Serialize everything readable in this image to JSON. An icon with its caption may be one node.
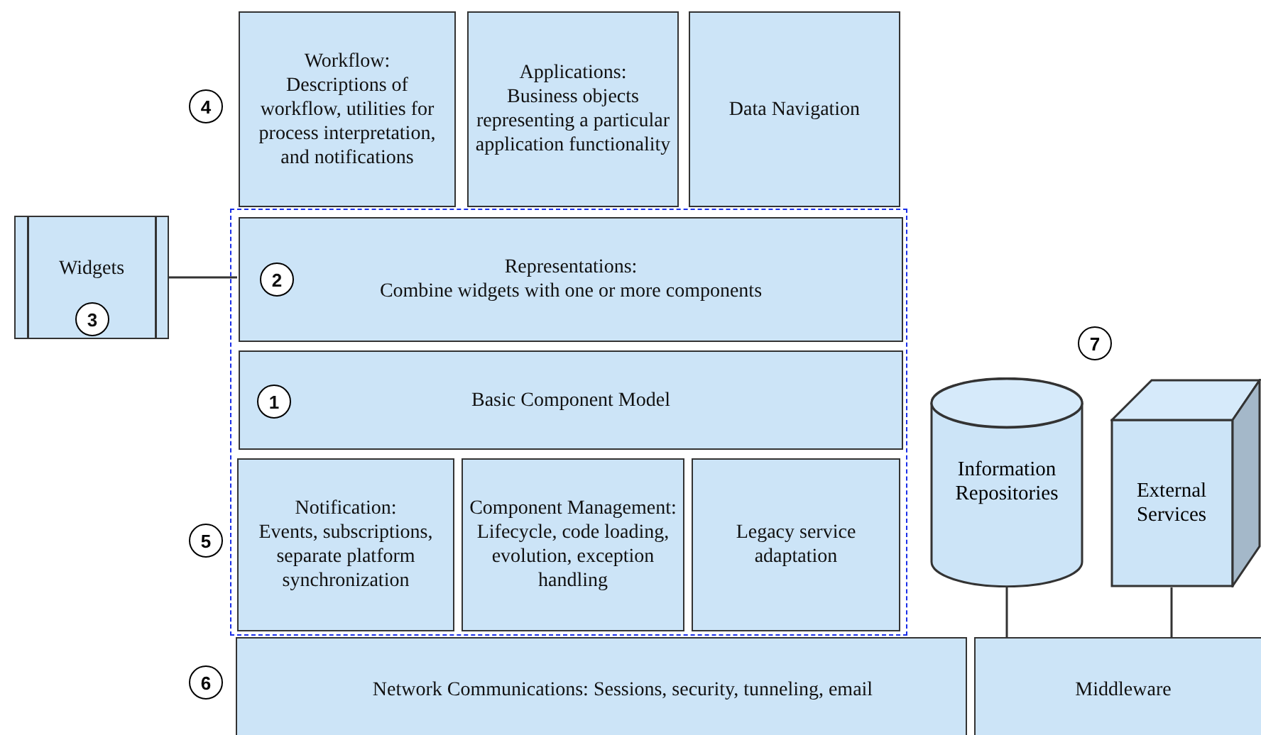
{
  "diagram": {
    "nodes": [
      {
        "text": [
          "4"
        ]
      },
      {
        "text": [
          "Workflow:",
          "Descriptions of workflow, utilities for process interpretation, and notifications"
        ]
      },
      {
        "text": [
          "Applications:",
          "Business objects representing a particular application functionality"
        ]
      },
      {
        "text": [
          "Data Navigation"
        ]
      },
      {
        "text": [],
        "shape": "box"
      },
      {
        "text": [
          "Widgets"
        ]
      },
      {
        "text": [
          "3"
        ],
        "in": 5
      },
      {
        "text": [
          "Representations:",
          "Combine widgets with one or more components"
        ],
        "in": 4
      },
      {
        "text": [
          "2"
        ],
        "in": 7
      },
      {
        "text": [
          "Basic Component Model"
        ],
        "in": 4
      },
      {
        "text": [
          "1"
        ],
        "in": 9
      },
      {
        "text": [
          "7"
        ]
      },
      {
        "text": [
          "Notification:",
          "Events, subscriptions, separate platform synchronization"
        ],
        "in": 4
      },
      {
        "text": [
          "Component Management:",
          "Lifecycle, code loading, evolution, exception handling"
        ],
        "in": 4
      },
      {
        "text": [
          "Legacy service adaptation"
        ],
        "in": 4
      },
      {
        "text": [
          "Information Repositories"
        ]
      },
      {
        "text": [
          "External Services"
        ]
      },
      {
        "text": [
          "5"
        ]
      },
      {
        "text": [
          "6"
        ]
      },
      {
        "text": [
          "Network Communications: Sessions, security, tunneling, email"
        ]
      },
      {
        "text": [
          "Middleware"
        ]
      }
    ],
    "edges": [
      {
        "from": 5,
        "to": 7,
        "arrow": "none"
      },
      {
        "from": 15,
        "to": 20,
        "arrow": "none"
      },
      {
        "from": 16,
        "to": 20,
        "arrow": "none"
      }
    ]
  }
}
